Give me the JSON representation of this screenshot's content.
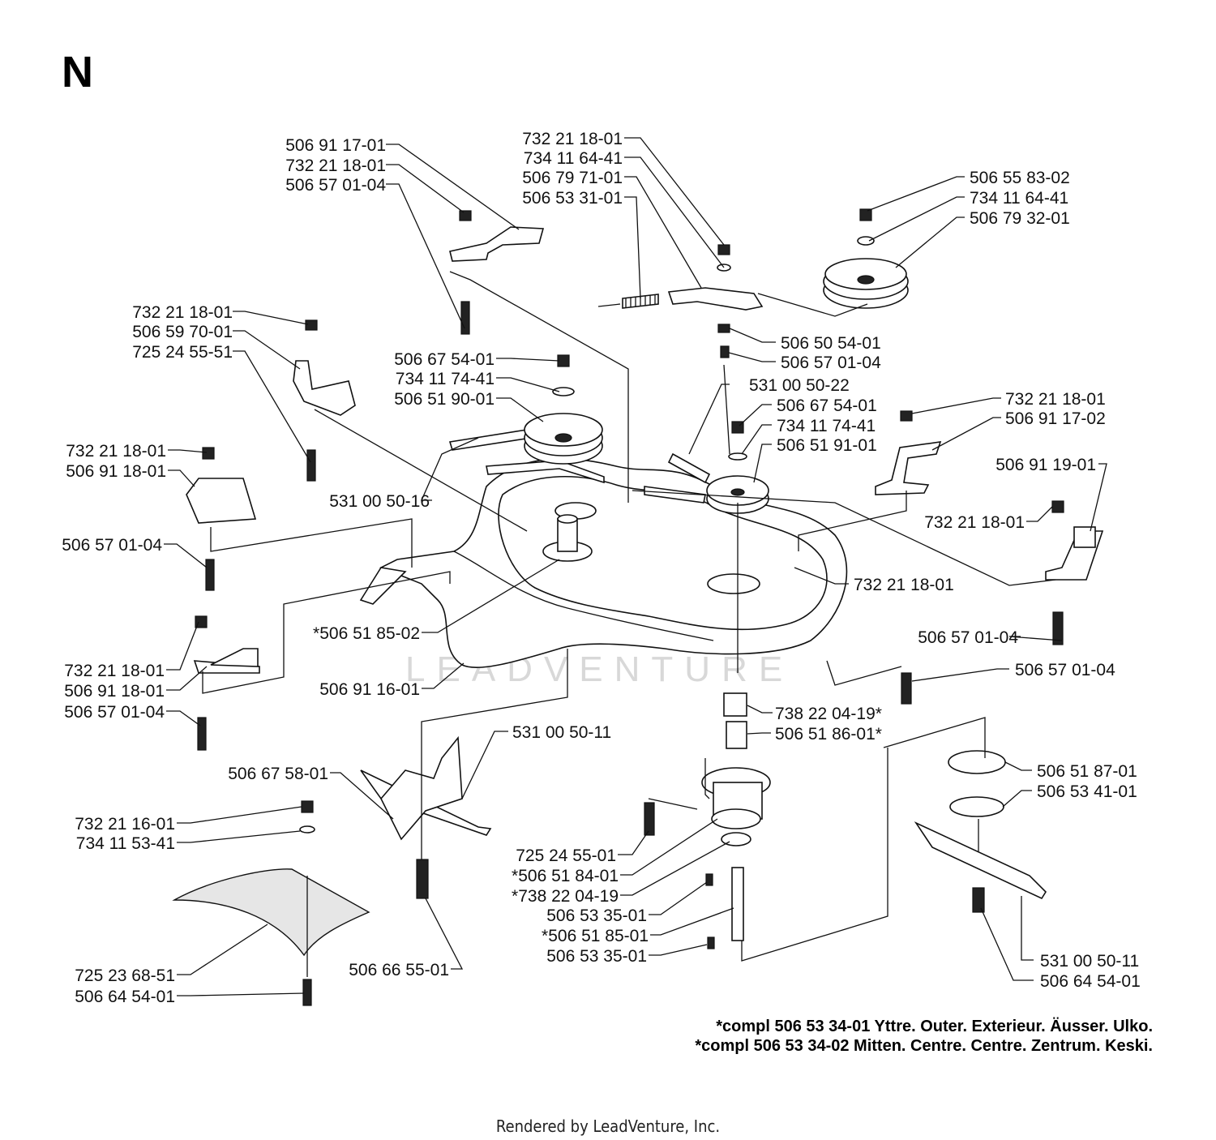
{
  "section_letter": "N",
  "watermark": "LEADVENTURE",
  "labels": [
    {
      "id": "l01",
      "text": "506 91 17-01"
    },
    {
      "id": "l02",
      "text": "732 21 18-01"
    },
    {
      "id": "l03",
      "text": "506 57 01-04"
    },
    {
      "id": "l04",
      "text": "732 21 18-01"
    },
    {
      "id": "l05",
      "text": "734 11 64-41"
    },
    {
      "id": "l06",
      "text": "506 79 71-01"
    },
    {
      "id": "l07",
      "text": "506 53 31-01"
    },
    {
      "id": "l08",
      "text": "506 55 83-02"
    },
    {
      "id": "l09",
      "text": "734 11 64-41"
    },
    {
      "id": "l10",
      "text": "506 79 32-01"
    },
    {
      "id": "l11",
      "text": "732 21 18-01"
    },
    {
      "id": "l12",
      "text": "506 59 70-01"
    },
    {
      "id": "l13",
      "text": "725 24 55-51"
    },
    {
      "id": "l14",
      "text": "506 50 54-01"
    },
    {
      "id": "l15",
      "text": "506 57 01-04"
    },
    {
      "id": "l16",
      "text": "506 67 54-01"
    },
    {
      "id": "l17",
      "text": "734 11 74-41"
    },
    {
      "id": "l18",
      "text": "506 51 90-01"
    },
    {
      "id": "l19",
      "text": "531 00 50-22"
    },
    {
      "id": "l20",
      "text": "506 67 54-01"
    },
    {
      "id": "l21",
      "text": "734 11 74-41"
    },
    {
      "id": "l22",
      "text": "506 51 91-01"
    },
    {
      "id": "l23",
      "text": "732 21 18-01"
    },
    {
      "id": "l24",
      "text": "506 91 17-02"
    },
    {
      "id": "l25",
      "text": "732 21 18-01"
    },
    {
      "id": "l26",
      "text": "506 91 18-01"
    },
    {
      "id": "l27",
      "text": "506 91 19-01"
    },
    {
      "id": "l28",
      "text": "531 00 50-16"
    },
    {
      "id": "l29",
      "text": "732 21 18-01"
    },
    {
      "id": "l30",
      "text": "506 57 01-04"
    },
    {
      "id": "l31",
      "text": "732 21 18-01"
    },
    {
      "id": "l32",
      "text": "*506 51 85-02"
    },
    {
      "id": "l33",
      "text": "506 57 01-04"
    },
    {
      "id": "l34",
      "text": "732 21 18-01"
    },
    {
      "id": "l35",
      "text": "506 91 18-01"
    },
    {
      "id": "l36",
      "text": "506 57 01-04"
    },
    {
      "id": "l37",
      "text": "506 91 16-01"
    },
    {
      "id": "l38",
      "text": "506 57 01-04"
    },
    {
      "id": "l39",
      "text": "738 22 04-19*"
    },
    {
      "id": "l40",
      "text": "506 51 86-01*"
    },
    {
      "id": "l41",
      "text": "531 00 50-11"
    },
    {
      "id": "l42",
      "text": "506 67 58-01"
    },
    {
      "id": "l43",
      "text": "506 51 87-01"
    },
    {
      "id": "l44",
      "text": "506 53 41-01"
    },
    {
      "id": "l45",
      "text": "732 21 16-01"
    },
    {
      "id": "l46",
      "text": "734 11 53-41"
    },
    {
      "id": "l47",
      "text": "725 24 55-01"
    },
    {
      "id": "l48",
      "text": "*506 51 84-01"
    },
    {
      "id": "l49",
      "text": "*738 22 04-19"
    },
    {
      "id": "l50",
      "text": "506 53 35-01"
    },
    {
      "id": "l51",
      "text": "*506 51 85-01"
    },
    {
      "id": "l52",
      "text": "506 53 35-01"
    },
    {
      "id": "l53",
      "text": "531 00 50-11"
    },
    {
      "id": "l54",
      "text": "506 64 54-01"
    },
    {
      "id": "l55",
      "text": "506 66 55-01"
    },
    {
      "id": "l56",
      "text": "725 23 68-51"
    },
    {
      "id": "l57",
      "text": "506 64 54-01"
    }
  ],
  "footnotes": [
    "*compl 506 53 34-01 Yttre. Outer. Exterieur. Äusser. Ulko.",
    "*compl 506 53 34-02 Mitten. Centre. Centre. Zentrum. Keski."
  ],
  "rendered_by": "Rendered by LeadVenture, Inc."
}
